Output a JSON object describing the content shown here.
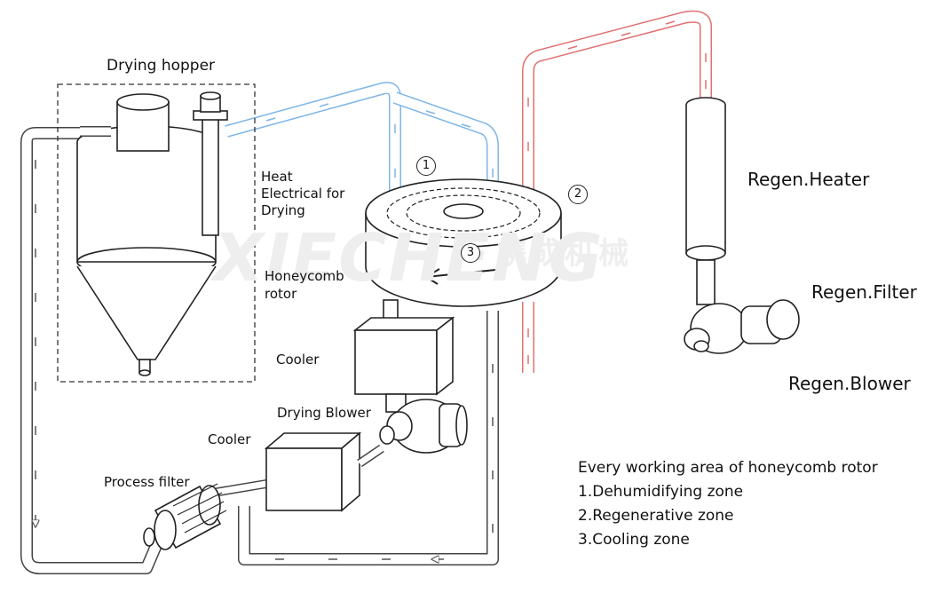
{
  "labels": {
    "drying_hopper": "Drying hopper",
    "heat_electrical": [
      "Heat",
      "Electrical for",
      "Drying"
    ],
    "honeycomb_rotor": [
      "Honeycomb",
      "rotor"
    ],
    "cooler_upper": "Cooler",
    "drying_blower": "Drying Blower",
    "cooler_lower": "Cooler",
    "process_filter": "Process filter",
    "regen_heater": "Regen.Heater",
    "regen_filter": "Regen.Filter",
    "regen_blower": "Regen.Blower"
  },
  "zones": {
    "title": "Every working area of honeycomb rotor",
    "items": [
      {
        "num": "1.",
        "label": "Dehumidifying zone"
      },
      {
        "num": "2.",
        "label": "Regenerative zone"
      },
      {
        "num": "3.",
        "label": "Cooling zone"
      }
    ]
  },
  "markers": {
    "one": "1",
    "two": "2",
    "three": "3"
  },
  "watermark": {
    "en": "XIECHENG",
    "cn": "携成机械"
  },
  "colors": {
    "process_air": "#555555",
    "dry_air": "#7fb6e6",
    "regen_air": "#e07070",
    "line": "#222222"
  }
}
